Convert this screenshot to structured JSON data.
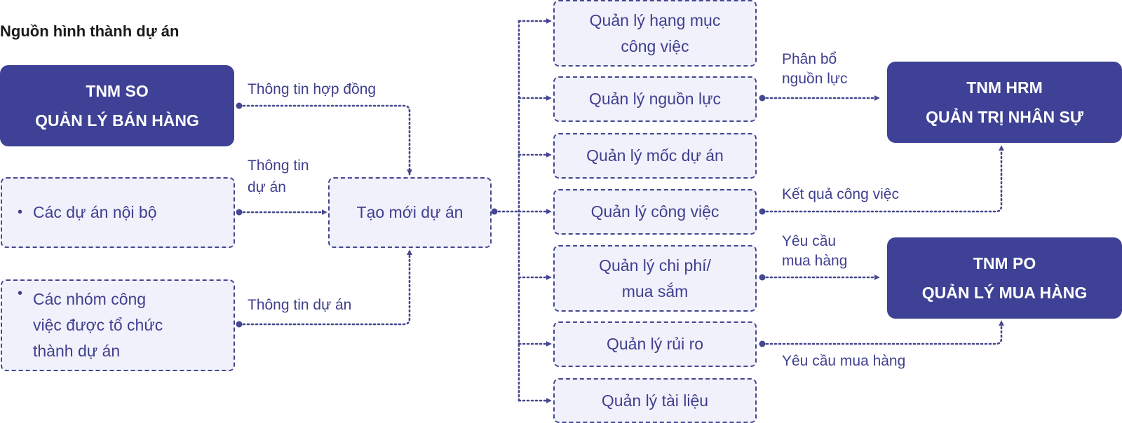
{
  "title": "Nguồn hình thành dự án",
  "sources": {
    "so_line1": "TNM SO",
    "so_line2": "QUẢN LÝ BÁN HÀNG",
    "internal": "Các dự án nội bộ",
    "groups_line1": "Các nhóm công",
    "groups_line2": "việc được tổ chức",
    "groups_line3": "thành dự án"
  },
  "labels": {
    "contract_info": "Thông tin hợp đồng",
    "project_info_l1": "Thông tin",
    "project_info_l2": "dự án",
    "project_info_bottom": "Thông tin dự án",
    "allocate_l1": "Phân bổ",
    "allocate_l2": "nguồn lực",
    "work_result": "Kết quả công việc",
    "purchase_req_l1": "Yêu cầu",
    "purchase_req_l2": "mua hàng",
    "purchase_req_bottom": "Yêu cầu mua hàng"
  },
  "center": {
    "create_project": "Tạo mới dự án"
  },
  "modules": {
    "items_l1": "Quản lý hạng mục",
    "items_l2": "công việc",
    "resources": "Quản lý nguồn lực",
    "milestones": "Quản lý mốc dự án",
    "tasks": "Quản lý công việc",
    "cost_l1": "Quản lý chi phí/",
    "cost_l2": "mua sắm",
    "risk": "Quản lý rủi ro",
    "docs": "Quản lý tài liệu"
  },
  "targets": {
    "hrm_line1": "TNM HRM",
    "hrm_line2": "QUẢN TRỊ NHÂN SỰ",
    "po_line1": "TNM PO",
    "po_line2": "QUẢN LÝ MUA HÀNG"
  },
  "colors": {
    "primary": "#3e4195",
    "box_fill": "#f1f1fb",
    "line": "#45478f"
  },
  "bullet_glyph": "•"
}
